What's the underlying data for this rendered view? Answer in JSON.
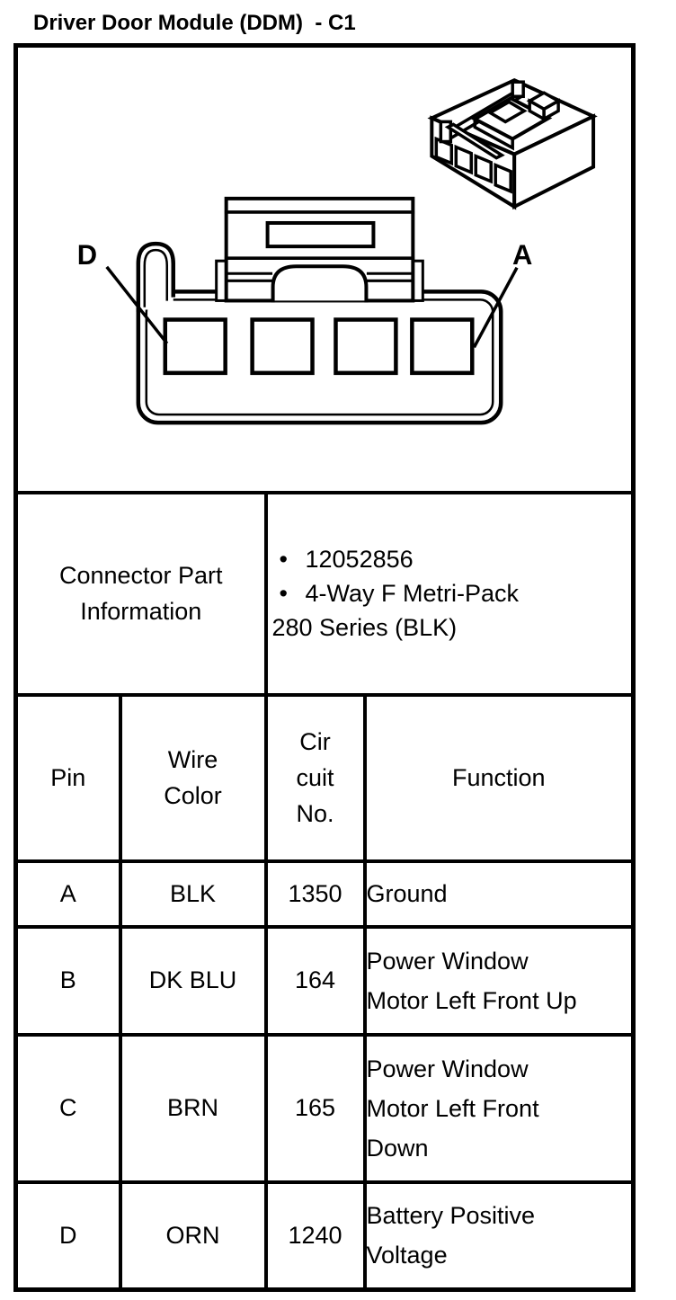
{
  "header": {
    "title": "Driver Door Module (DDM)  - C1"
  },
  "diagram": {
    "pin_label_left": "D",
    "pin_label_right": "A"
  },
  "part_info": {
    "label": "Connector Part Information",
    "bullet_glyph": "•",
    "items": [
      "12052856",
      "4-Way F Metri-Pack"
    ],
    "continuation": "280 Series (BLK)"
  },
  "pin_table": {
    "columns": [
      "Pin",
      "Wire\nColor",
      "Cir\ncuit\nNo.",
      "Function"
    ],
    "rows": [
      {
        "pin": "A",
        "wire_color": "BLK",
        "circuit_no": "1350",
        "function": "Ground"
      },
      {
        "pin": "B",
        "wire_color": "DK BLU",
        "circuit_no": "164",
        "function": "Power Window\nMotor Left Front Up"
      },
      {
        "pin": "C",
        "wire_color": "BRN",
        "circuit_no": "165",
        "function": "Power Window\nMotor Left Front\nDown"
      },
      {
        "pin": "D",
        "wire_color": "ORN",
        "circuit_no": "1240",
        "function": "Battery Positive\nVoltage"
      }
    ]
  }
}
